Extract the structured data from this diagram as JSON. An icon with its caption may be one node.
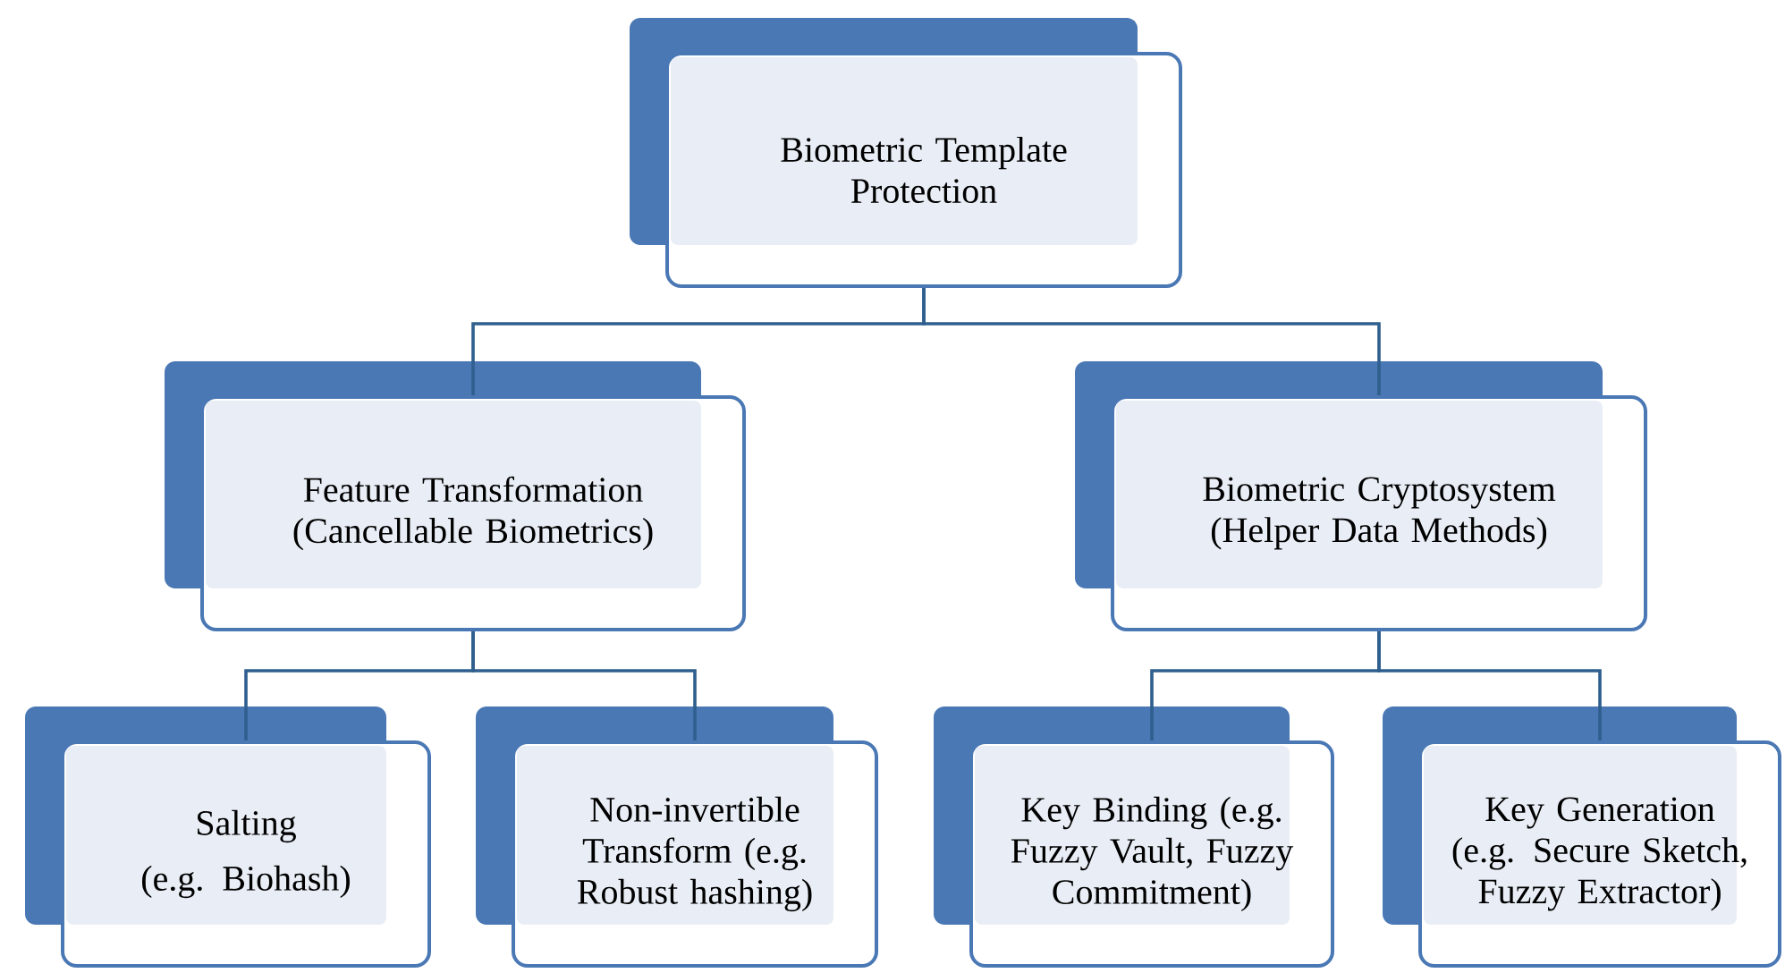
{
  "diagram": {
    "nodes": [
      {
        "text": [
          "Biometric Template Protection"
        ]
      },
      {
        "text": [
          "Feature Transformation (Cancellable Biometrics)"
        ]
      },
      {
        "text": [
          "Biometric Cryptosystem (Helper Data Methods)"
        ]
      },
      {
        "text": [
          "Salting",
          "(e.g. Biohash)"
        ]
      },
      {
        "text": [
          "Non-invertible Transform (e.g. Robust hashing)"
        ]
      },
      {
        "text": [
          "Key Binding (e.g. Fuzzy Vault, Fuzzy Commitment)"
        ]
      },
      {
        "text": [
          "Key Generation (e.g. Secure Sketch, Fuzzy Extractor)"
        ]
      }
    ],
    "edges": [
      {
        "from": 0,
        "to": 1,
        "arrow": "none"
      },
      {
        "from": 0,
        "to": 2,
        "arrow": "none"
      },
      {
        "from": 1,
        "to": 3,
        "arrow": "none"
      },
      {
        "from": 1,
        "to": 4,
        "arrow": "none"
      },
      {
        "from": 2,
        "to": 5,
        "arrow": "none"
      },
      {
        "from": 2,
        "to": 6,
        "arrow": "none"
      }
    ]
  }
}
